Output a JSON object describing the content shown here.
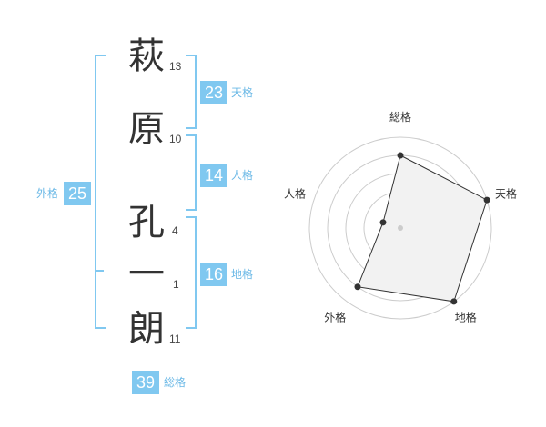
{
  "characters": [
    {
      "char": "萩",
      "strokes": "13"
    },
    {
      "char": "原",
      "strokes": "10"
    },
    {
      "char": "孔",
      "strokes": "4"
    },
    {
      "char": "一",
      "strokes": "1"
    },
    {
      "char": "朗",
      "strokes": "11"
    }
  ],
  "fortunes": {
    "tenkaku": {
      "value": "23",
      "label": "天格"
    },
    "jinkaku": {
      "value": "14",
      "label": "人格"
    },
    "chikaku": {
      "value": "16",
      "label": "地格"
    },
    "gaikaku": {
      "value": "25",
      "label": "外格"
    },
    "soukaku": {
      "value": "39",
      "label": "総格"
    }
  },
  "chart_data": {
    "type": "radar",
    "axes": [
      "総格",
      "天格",
      "地格",
      "外格",
      "人格"
    ],
    "values": [
      4,
      5,
      5,
      4,
      1
    ],
    "max": 5,
    "colors": {
      "fill": "#f2f2f2",
      "line": "#333333",
      "grid": "#cccccc",
      "center": "#cccccc"
    }
  },
  "colors": {
    "accent": "#80c8f0",
    "label": "#6ab8e6"
  }
}
